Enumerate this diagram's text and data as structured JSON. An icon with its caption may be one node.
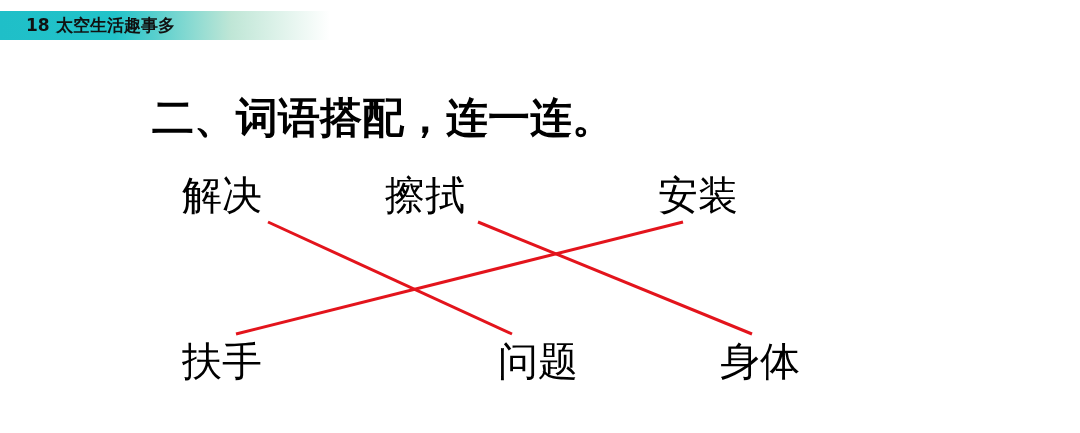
{
  "diagram": {
    "title": "二、词语搭配，连一连。",
    "nodes": [
      {
        "text": [
          "解决"
        ]
      },
      {
        "text": [
          "擦拭"
        ]
      },
      {
        "text": [
          "安装"
        ]
      },
      {
        "text": [
          "扶手"
        ]
      },
      {
        "text": [
          "问题"
        ]
      },
      {
        "text": [
          "身体"
        ]
      }
    ],
    "edges": [
      {
        "from": 0,
        "to": 4,
        "arrow": "none"
      },
      {
        "from": 1,
        "to": 5,
        "arrow": "none"
      },
      {
        "from": 2,
        "to": 3,
        "arrow": "none"
      }
    ],
    "labels": [
      "18 太空生活趣事多"
    ]
  }
}
